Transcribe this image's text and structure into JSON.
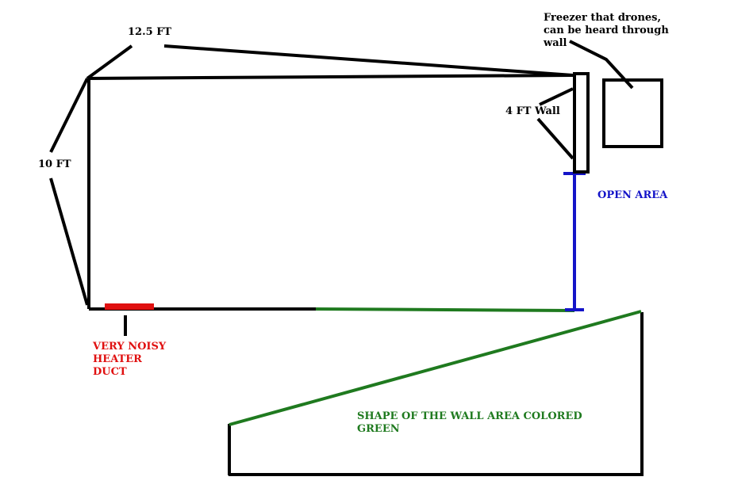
{
  "labels": {
    "width": "12.5 FT",
    "height": "10 FT",
    "wall": "4 FT Wall",
    "freezer": "Freezer that drones,\ncan be heard through\nwall",
    "open": "OPEN AREA",
    "heater": "VERY NOISY\nHEATER\nDUCT",
    "shape": "SHAPE OF THE WALL AREA COLORED\nGREEN"
  },
  "colors": {
    "line": "#000000",
    "open": "#1414c8",
    "green": "#1f7a1f",
    "heater": "#e01010"
  }
}
